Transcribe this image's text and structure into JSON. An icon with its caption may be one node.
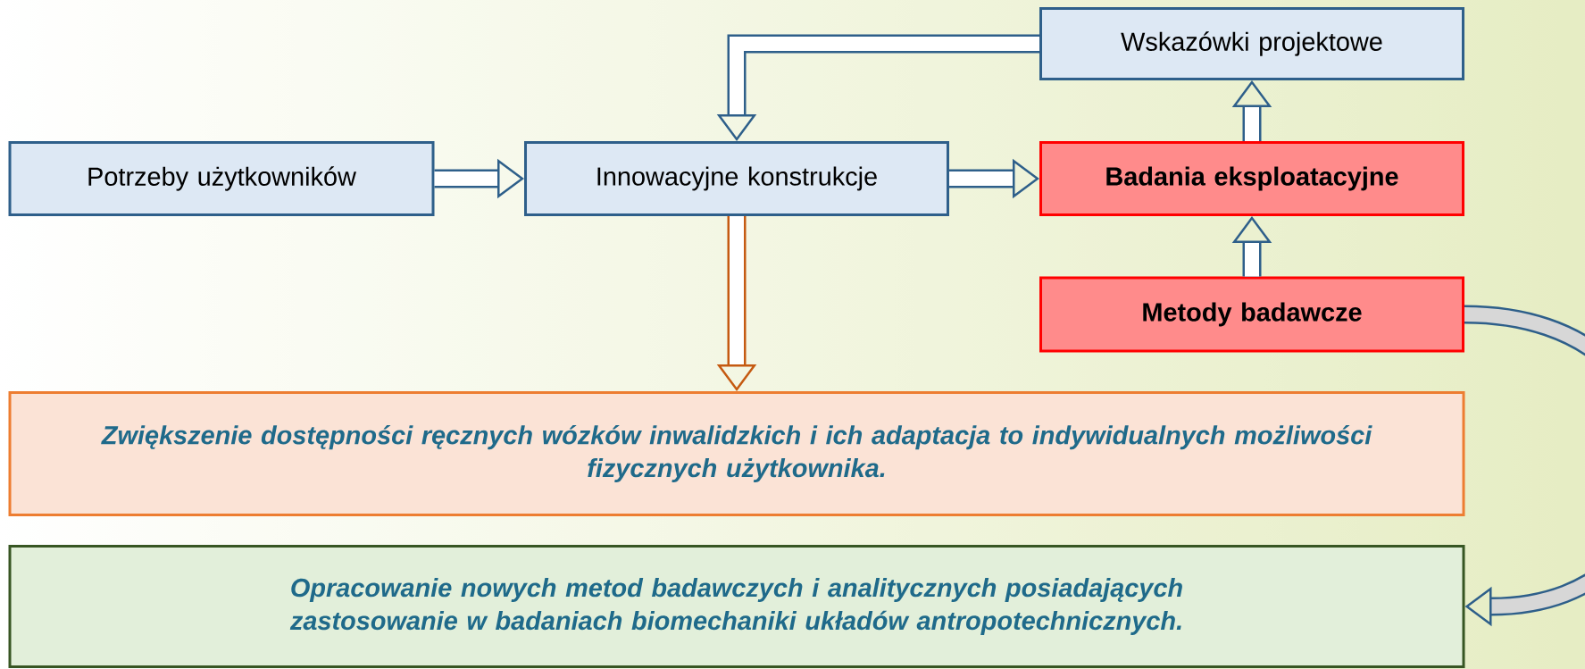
{
  "diagram": {
    "nodes": [
      {
        "text": [
          "Wskazówki projektowe"
        ]
      },
      {
        "text": [
          "Potrzeby użytkowników"
        ]
      },
      {
        "text": [
          "Innowacyjne konstrukcje"
        ]
      },
      {
        "text": [
          "Badania eksploatacyjne"
        ]
      },
      {
        "text": [
          "Metody badawcze"
        ]
      },
      {
        "text": [
          "Zwiększenie dostępności ręcznych wózków inwalidzkich i ich adaptacja to indywidualnych możliwości fizycznych użytkownika."
        ]
      },
      {
        "text": [
          "Opracowanie nowych metod badawczych i analitycznych posiadających zastosowanie w badaniach biomechaniki układów antropotechnicznych."
        ]
      }
    ],
    "edges": [
      {
        "from": 0,
        "to": 2,
        "arrow": "to"
      },
      {
        "from": 1,
        "to": 2,
        "arrow": "to"
      },
      {
        "from": 2,
        "to": 3,
        "arrow": "to"
      },
      {
        "from": 3,
        "to": 0,
        "arrow": "to"
      },
      {
        "from": 4,
        "to": 3,
        "arrow": "to"
      },
      {
        "from": 2,
        "to": 5,
        "arrow": "to",
        "color": "#c55a11"
      },
      {
        "from": 4,
        "to": 6,
        "arrow": "to"
      }
    ]
  }
}
